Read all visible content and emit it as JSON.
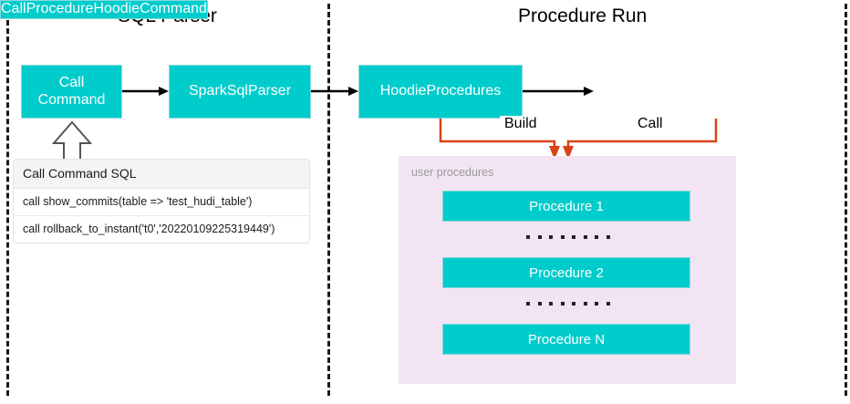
{
  "diagram": {
    "sections": [
      {
        "id": "sql-parser",
        "title": "SQL Parser"
      },
      {
        "id": "procedure-run",
        "title": "Procedure Run"
      }
    ],
    "nodes": {
      "call_command": "Call\nCommand",
      "call_command_line1": "Call",
      "call_command_line2": "Command",
      "spark_sql_parser": "SparkSqlParser",
      "hoodie_procedures": "HoodieProcedures",
      "call_procedure_hoodie_command": "CallProcedureHoodieCommand"
    },
    "edges": {
      "build_label": "Build",
      "call_label": "Call"
    },
    "sql_card": {
      "header": "Call Command SQL",
      "rows": [
        "call show_commits(table => 'test_hudi_table')",
        "call rollback_to_instant('t0','20220109225319449')"
      ]
    },
    "user_procedures": {
      "caption": "user procedures",
      "items": [
        "Procedure 1",
        "Procedure 2",
        "Procedure N"
      ],
      "ellipsis_dot_count": 8
    },
    "colors": {
      "node_fill": "#00CCCC",
      "node_text": "#FFFFFF",
      "node_border": "#86D9DD",
      "panel_fill": "#F2E4F3",
      "panel_caption": "#9B9B9B",
      "connector_orange": "#D84315",
      "arrow_black": "#000000",
      "divider_dash": "#1A1A1A",
      "card_header_fill": "#F4F4F4",
      "background": "#FFFFFF"
    }
  }
}
